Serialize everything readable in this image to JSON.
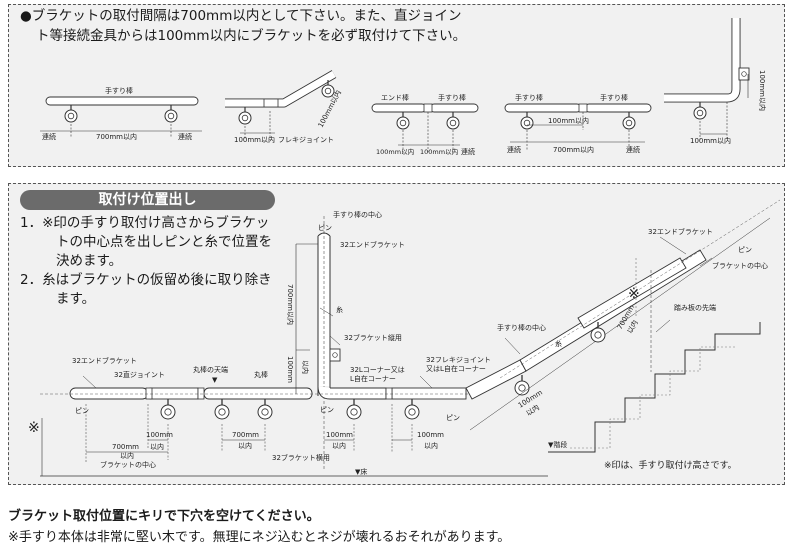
{
  "intro_line1": "●ブラケットの取付間隔は700mm以内として下さい。また、直ジョイン",
  "intro_line2": "ト等接続金具からは100mm以内にブラケットを必ず取付けて下さい。",
  "top_labels": {
    "handrail": "手すり棒",
    "end_bar": "エンド棒",
    "renzoku": "連続",
    "dist_700": "700mm以内",
    "dist_100": "100mm以内",
    "flexi_joint": "フレキジョイント",
    "vert_100": "100mm以内"
  },
  "section_title": "取付け位置出し",
  "steps": [
    {
      "num": "1．",
      "lines": [
        "※印の手すり取付け高さからブラケッ",
        "トの中心点を出しピンと糸で位置を",
        "決めます。"
      ]
    },
    {
      "num": "2．",
      "lines": [
        "糸はブラケットの仮留め後に取り除き",
        "ます。"
      ]
    }
  ],
  "diagram_labels": {
    "pin": "ピン",
    "rail_center": "手すり棒の中心",
    "end_bracket_32": "32エンドブラケット",
    "straight_joint_32": "32直ジョイント",
    "maru_top": "丸棒の天端",
    "maru": "丸棒",
    "bracket_center": "ブラケットの中心",
    "dist_700": "700mm",
    "dist_100": "100mm",
    "within": "以内",
    "dist_700_within": "700mm以内",
    "bracket_horiz_32": "32ブラケット横用",
    "bracket_vert_32": "32ブラケット縦用",
    "l_corner": "32Lコーナー又は",
    "l_free_corner": "L自在コーナー",
    "flexi_joint_32": "32フレキジョイント",
    "l_free_corner2": "又はL自在コーナー",
    "ito": "糸",
    "yuka": "▼床",
    "kaidan": "▼階段",
    "step_nose": "踏み板の先端",
    "mark": "※",
    "mark_note": "※印は、手すり取付け高さです。"
  },
  "footer_bold": "ブラケット取付位置にキリで下穴を空けてください。",
  "footer_note": "※手すり本体は非常に堅い木です。無理にネジ込むとネジが壊れるおそれがあります。"
}
